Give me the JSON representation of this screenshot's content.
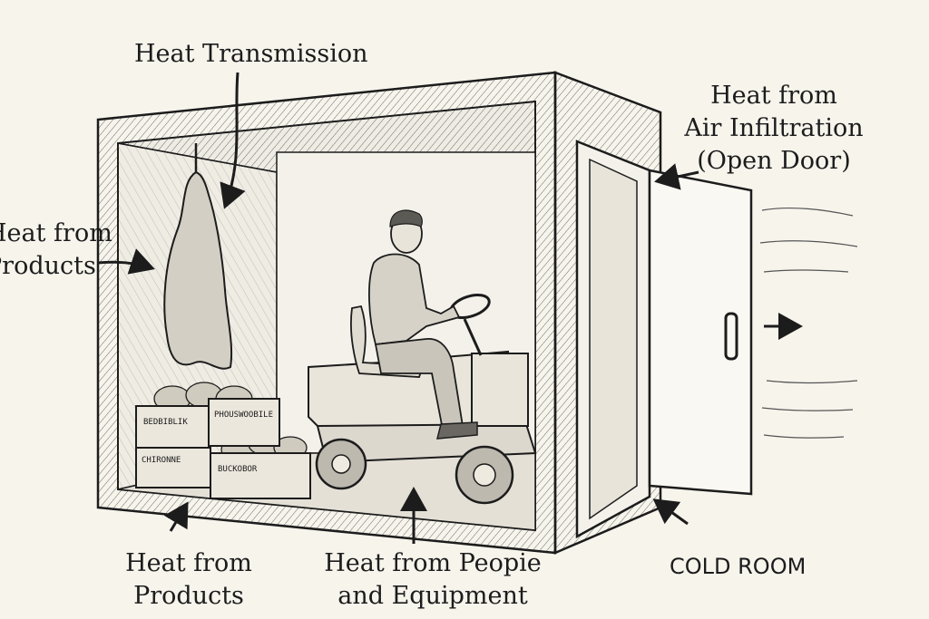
{
  "labels": {
    "transmission": "Heat Transmission",
    "products_left_line1": "Heat from",
    "products_left_line2": "Products",
    "air_line1": "Heat from",
    "air_line2": "Air Infiltration",
    "air_line3": "(Open Door)",
    "products_bottom_line1": "Heat from",
    "products_bottom_line2": "Products",
    "people_line1": "Heat from Peopie",
    "people_line2": "and Equipment",
    "cold_room": "COLD ROOM"
  },
  "crate_labels": {
    "crate1": "BEDBIBLIK",
    "crate2": "PHOUSWOOBILE",
    "crate3": "CHIRONNE",
    "crate4": "BUCKOBOR"
  },
  "colors": {
    "ink": "#1c1c1c",
    "paper": "#f7f4ec",
    "shade": "#d9d5cb"
  }
}
